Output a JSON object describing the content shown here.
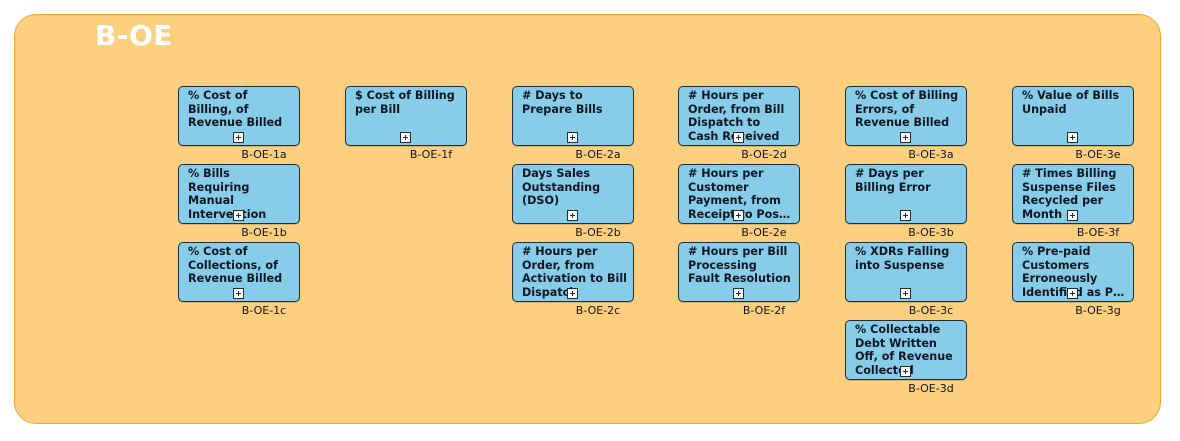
{
  "diagram": {
    "title": "B-OE",
    "cards": [
      {
        "id": "B-OE-1a",
        "label": "% Cost of\nBilling, of\nRevenue Billed"
      },
      {
        "id": "B-OE-1b",
        "label": "% Bills\nRequiring\nManual\nIntervention"
      },
      {
        "id": "B-OE-1c",
        "label": "% Cost of\nCollections, of\nRevenue Billed"
      },
      {
        "id": "B-OE-1f",
        "label": "$ Cost of Billing\nper Bill"
      },
      {
        "id": "B-OE-2a",
        "label": "# Days to\nPrepare Bills"
      },
      {
        "id": "B-OE-2b",
        "label": "Days Sales\nOutstanding\n(DSO)"
      },
      {
        "id": "B-OE-2c",
        "label": "# Hours per\nOrder, from\nActivation to Bill\nDispatch"
      },
      {
        "id": "B-OE-2d",
        "label": "# Hours per\nOrder, from Bill\nDispatch to\nCash Received"
      },
      {
        "id": "B-OE-2e",
        "label": "# Hours per\nCustomer\nPayment, from\nReceipt to Pos…"
      },
      {
        "id": "B-OE-2f",
        "label": "# Hours per Bill\nProcessing\nFault Resolution"
      },
      {
        "id": "B-OE-3a",
        "label": "% Cost of Billing\nErrors, of\nRevenue Billed"
      },
      {
        "id": "B-OE-3b",
        "label": "# Days per\nBilling Error"
      },
      {
        "id": "B-OE-3c",
        "label": "% XDRs Falling\ninto Suspense"
      },
      {
        "id": "B-OE-3d",
        "label": "% Collectable\nDebt Written\nOff, of Revenue\nCollected"
      },
      {
        "id": "B-OE-3e",
        "label": "% Value of Bills\nUnpaid"
      },
      {
        "id": "B-OE-3f",
        "label": "# Times Billing\nSuspense Files\nRecycled per\nMonth"
      },
      {
        "id": "B-OE-3g",
        "label": "% Pre-paid\nCustomers\nErroneously\nIdentified as P…"
      }
    ]
  }
}
